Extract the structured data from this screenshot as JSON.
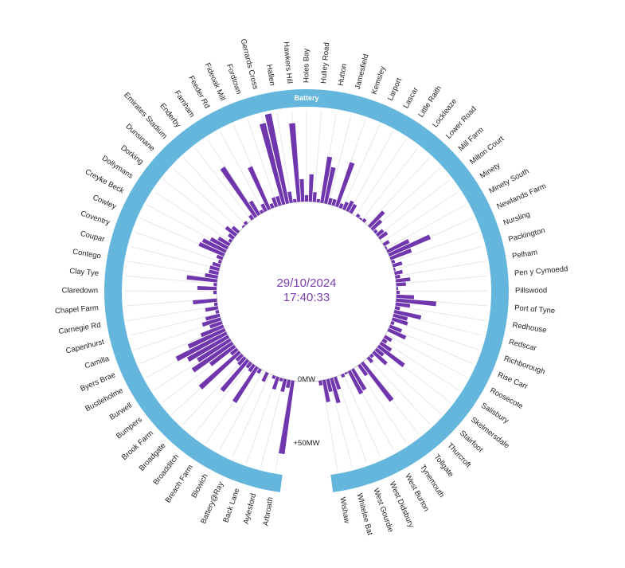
{
  "chart_data": {
    "type": "radial-bar",
    "band_label": "Battery",
    "scale_labels": [
      "0MW",
      "+50MW"
    ],
    "center": {
      "date": "29/10/2024",
      "time": "17:40:33"
    },
    "colors": {
      "band": "#65b6dc",
      "bar": "#7036ad",
      "grid": "#e8e8e8",
      "baseline": "#c8c8c8"
    },
    "sites": [
      "Arbroath",
      "Aylesford",
      "Back Lane",
      "Battery@Ray",
      "Blowich",
      "Breach Farm",
      "Broadditch",
      "Broadgate",
      "Brook Farm",
      "Bumpers",
      "Burwell",
      "Bustleholme",
      "Byers Brae",
      "Camilla",
      "Capenhurst",
      "Carnegie Rd",
      "Chapel Farm",
      "Claredown",
      "Clay Tye",
      "Contego",
      "Coupar",
      "Coventry",
      "Cowley",
      "Creyke Beck",
      "Dollymans",
      "Dorking",
      "Dunsinane",
      "Emirates Stadium",
      "Enderby",
      "Farnham",
      "Feeder Rd",
      "Fideoak Mill",
      "Fordtown",
      "Gerrards Cross",
      "Hallen",
      "Hawkers Hill",
      "Holes Bay",
      "Hulley Road",
      "Hutton",
      "Jamesfield",
      "Kemsley",
      "Larport",
      "Lascar",
      "Little Raith",
      "Lockleaze",
      "Lower Road",
      "Mill Farm",
      "Milton Court",
      "Minety",
      "Minety South",
      "Newlands Farm",
      "Nursling",
      "Packington",
      "Pelham",
      "Pen y Cymoedd",
      "Pillswood",
      "Port of Tyne",
      "Redhouse",
      "Redscar",
      "Richborough",
      "Rise Carr",
      "Roosecote",
      "Salisbury",
      "Skelmersdale",
      "Stairfoot",
      "Thurcroft",
      "Tollgate",
      "Tynemouth",
      "West Burton",
      "West Didsbury",
      "West Gourdie",
      "Whitelee Bat",
      "Wishaw"
    ],
    "values": [
      46,
      5,
      8,
      2,
      8,
      2,
      0,
      6,
      0,
      3,
      26,
      5,
      4,
      25,
      6,
      5,
      33,
      5,
      19,
      30,
      24,
      29,
      35,
      25,
      15,
      8,
      12,
      9,
      2,
      8,
      2,
      15,
      0,
      2,
      12,
      2,
      19,
      8,
      6,
      6,
      5,
      2,
      4,
      17,
      16,
      12,
      8,
      2,
      4,
      8,
      5,
      0,
      1,
      2,
      0,
      3,
      37,
      10,
      2,
      5,
      29,
      3,
      6,
      6,
      52,
      57,
      7,
      2,
      49,
      14,
      4,
      17,
      6,
      2,
      29,
      23,
      4,
      4,
      29,
      3,
      5,
      7,
      6,
      0,
      2,
      1,
      2,
      0,
      13,
      8,
      2,
      5,
      6,
      0,
      4,
      1,
      15,
      28,
      14,
      2,
      6,
      1,
      5,
      3,
      9,
      6,
      1,
      2,
      11,
      25,
      9,
      3,
      17,
      9,
      10,
      2,
      8,
      12,
      0,
      5,
      3,
      8,
      20,
      6,
      11,
      2,
      4,
      0,
      30,
      8,
      0,
      15,
      16,
      1,
      2,
      0,
      8,
      16,
      8,
      14,
      3
    ],
    "units": "MW"
  }
}
